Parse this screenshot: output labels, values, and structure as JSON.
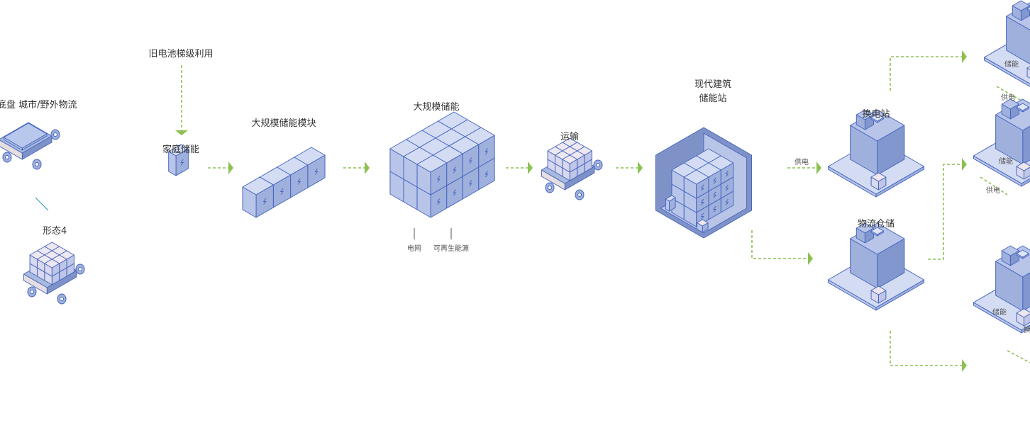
{
  "labels": {
    "chassis": "底盘 城市/野外物流",
    "form4": "形态4",
    "battery_reuse": "旧电池梯级利用",
    "home_storage": "家庭储能",
    "module": "大规模储能模块",
    "large_storage": "大规模储能",
    "grid": "电网",
    "renewable": "可再生能源",
    "transport": "运输",
    "building_1": "现代建筑",
    "building_2": "储能站",
    "supply": "供电",
    "swap_station": "换电站",
    "logistics": "物流仓储",
    "right_storage_1": "储能",
    "right_supply_1": "供电",
    "right_storage_2": "储能",
    "right_supply_2": "供电",
    "right_storage_3": "储能",
    "right_swap": "换"
  },
  "colors": {
    "arrow": "#8cc152",
    "stroke": "#4767c0",
    "top": "#d3dcf2",
    "left": "#b8c5e8",
    "right": "#9fb0dc"
  }
}
